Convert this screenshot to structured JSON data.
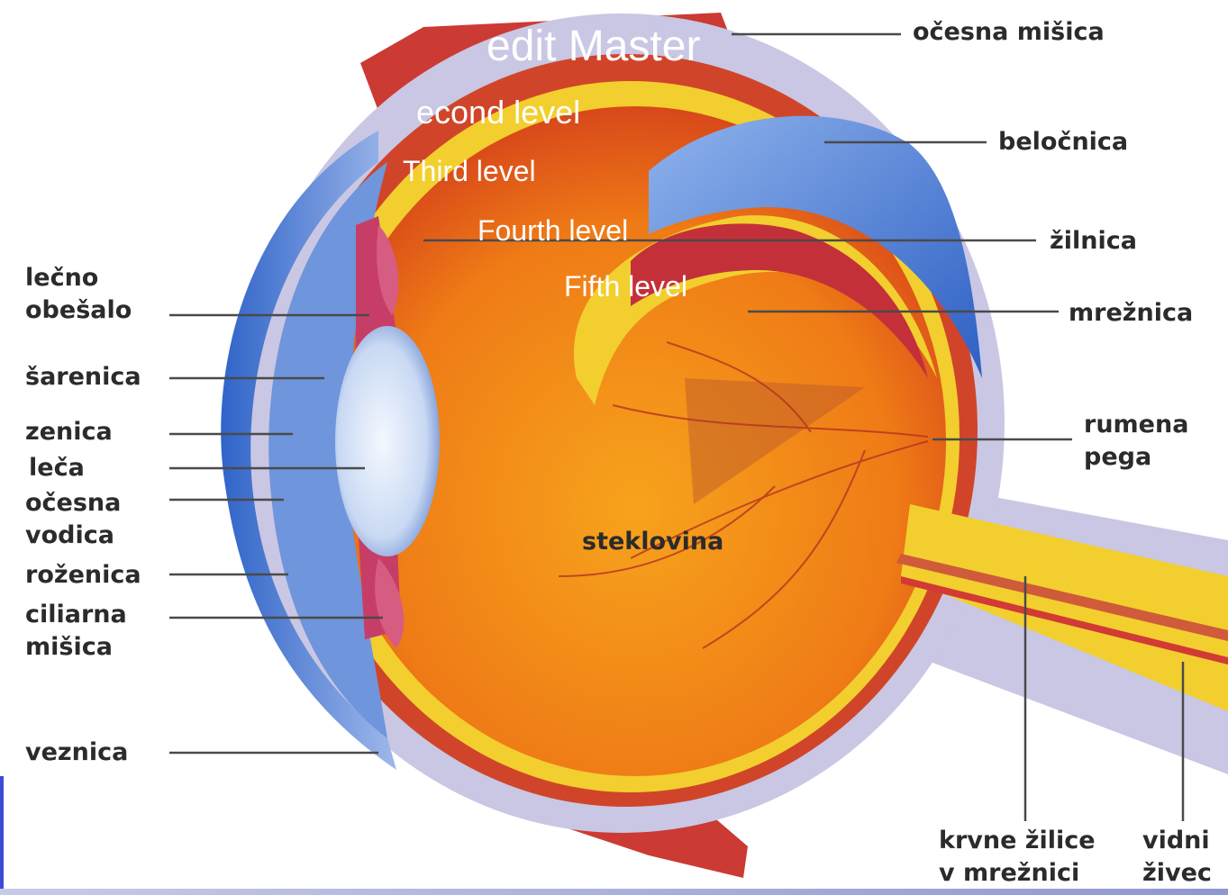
{
  "labels": {
    "ocesna_misica": "očesna mišica",
    "belocnica": "beločnica",
    "zilnica": "žilnica",
    "mreznica": "mrežnica",
    "rumena_pega_1": "rumena",
    "rumena_pega_2": "pega",
    "lecno_obesalo_1": "lečno",
    "lecno_obesalo_2": "obešalo",
    "sarenica": "šarenica",
    "zenica": "zenica",
    "leca": "leča",
    "ocesna_vodica_1": "očesna",
    "ocesna_vodica_2": "vodica",
    "rozenica": "roženica",
    "ciliarna_misica_1": "ciliarna",
    "ciliarna_misica_2": "mišica",
    "veznica": "veznica",
    "steklovina": "steklovina",
    "krvne_zilice_1": "krvne žilice",
    "krvne_zilice_2": "v mrežnici",
    "vidni_zivec_1": "vidni",
    "vidni_zivec_2": "živec"
  },
  "outline": {
    "title": "edit Master",
    "level2": "econd level",
    "level3": "Third level",
    "level4": "Fourth level",
    "level5": "Fifth level"
  },
  "bullet_glyph": "",
  "colors": {
    "sclera": "#c9c7e3",
    "choroid": "#d0452a",
    "retina": "#f2cf2e",
    "vitreous": "#f08a1c",
    "cornea": "#4b7ed8",
    "lens": "#dfe8f7",
    "bullet": "#3b4bd6"
  }
}
